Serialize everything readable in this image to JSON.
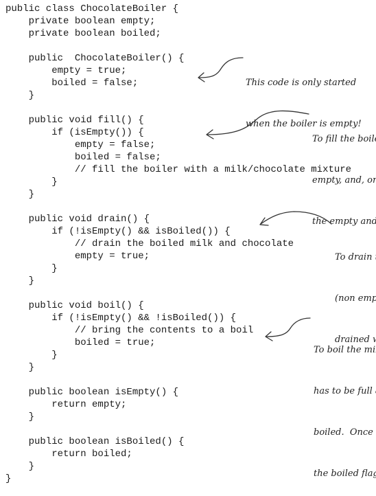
{
  "code": {
    "lines": [
      "public class ChocolateBoiler {",
      "    private boolean empty;",
      "    private boolean boiled;",
      "",
      "    public  ChocolateBoiler() {",
      "        empty = true;",
      "        boiled = false;",
      "    }",
      "",
      "    public void fill() {",
      "        if (isEmpty()) {",
      "            empty = false;",
      "            boiled = false;",
      "            // fill the boiler with a milk/chocolate mixture",
      "        }",
      "    }",
      "",
      "    public void drain() {",
      "        if (!isEmpty() && isBoiled()) {",
      "            // drain the boiled milk and chocolate",
      "            empty = true;",
      "        }",
      "    }",
      "",
      "    public void boil() {",
      "        if (!isEmpty() && !isBoiled()) {",
      "            // bring the contents to a boil",
      "            boiled = true;",
      "        }",
      "    }",
      "",
      "    public boolean isEmpty() {",
      "        return empty;",
      "    }",
      "",
      "    public boolean isBoiled() {",
      "        return boiled;",
      "    }",
      "}"
    ]
  },
  "annotations": [
    {
      "lines": [
        "This code is only started",
        "when the boiler is empty!"
      ]
    },
    {
      "lines": [
        "To fill the boile",
        "empty, and, onc",
        "the empty and"
      ]
    },
    {
      "lines": [
        "To drain t",
        "(non empt",
        "drained w"
      ]
    },
    {
      "lines": [
        "To boil the mix",
        "has to be full a",
        "boiled.  Once it",
        "the boiled flag"
      ]
    }
  ]
}
